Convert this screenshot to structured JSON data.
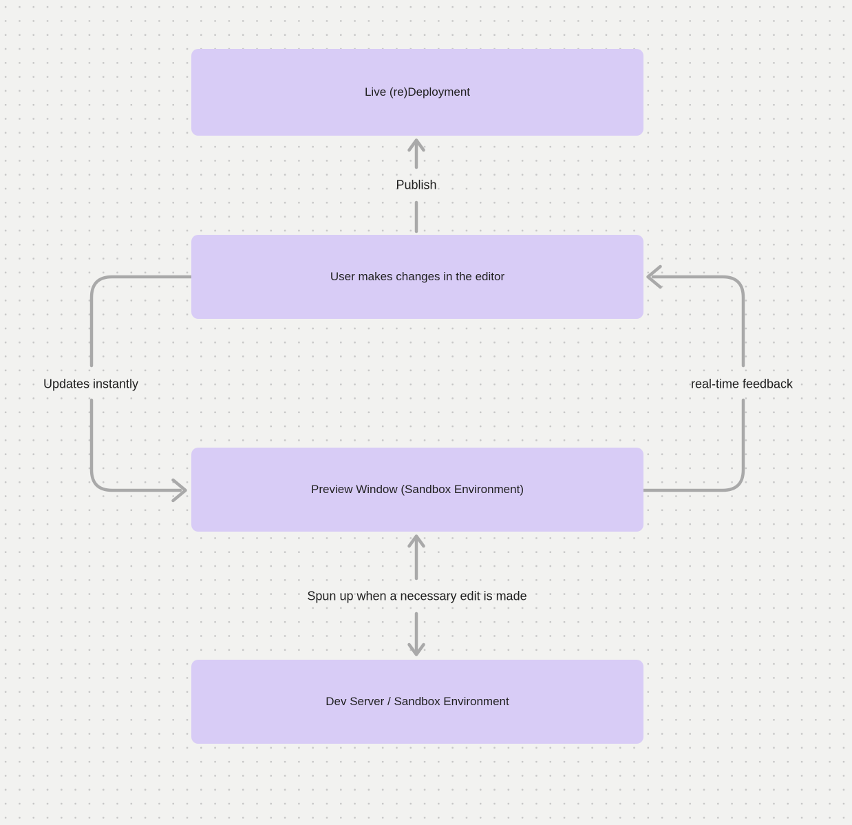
{
  "colors": {
    "background": "#f2f2f0",
    "grid_dot": "#c7c7c7",
    "node_fill": "#d8ccf6",
    "arrow": "#a9a9a9",
    "text": "#1f1f1f"
  },
  "diagram": {
    "type": "flowchart",
    "nodes": [
      {
        "id": "live-redeployment",
        "label": "Live (re)Deployment"
      },
      {
        "id": "user-editor",
        "label": "User makes changes in the editor"
      },
      {
        "id": "preview-window",
        "label": "Preview Window (Sandbox Environment)"
      },
      {
        "id": "dev-server",
        "label": "Dev Server / Sandbox Environment"
      }
    ],
    "edges": [
      {
        "id": "publish",
        "label": "Publish",
        "from": "user-editor",
        "to": "live-redeployment",
        "direction": "up"
      },
      {
        "id": "updates-instantly",
        "label": "Updates instantly",
        "from": "user-editor",
        "to": "preview-window",
        "direction": "left-loop-down"
      },
      {
        "id": "real-time-feedback",
        "label": "real-time feedback",
        "from": "preview-window",
        "to": "user-editor",
        "direction": "right-loop-up"
      },
      {
        "id": "spun-up",
        "label": "Spun up when a necessary edit is made",
        "from": "preview-window",
        "to": "dev-server",
        "direction": "bidirectional"
      }
    ]
  }
}
